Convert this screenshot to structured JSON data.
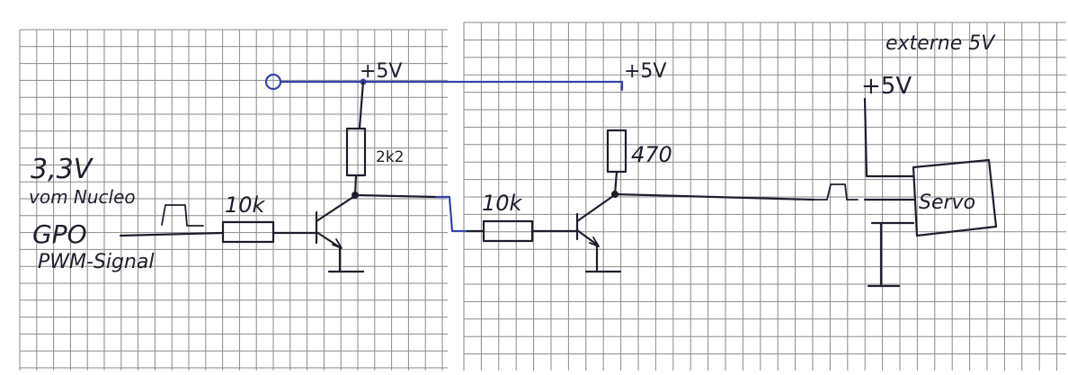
{
  "left_sheet": {
    "supply_label": "+5V",
    "resistor_collector": "2k2",
    "resistor_base": "10k",
    "input_voltage": "3,3V",
    "input_source": "vom Nucleo",
    "input_pin": "GPO",
    "input_signal": "PWM-Signal"
  },
  "right_sheet": {
    "supply_label": "+5V",
    "resistor_collector": "470",
    "resistor_base": "10k",
    "external_supply": "externe 5V",
    "servo_supply": "+5V",
    "servo_label": "Servo"
  },
  "colors": {
    "paper": "#ffffff",
    "grid": "#8a8a8a",
    "ink": "#1e1e2e",
    "wire_blue": "#3344aa"
  }
}
